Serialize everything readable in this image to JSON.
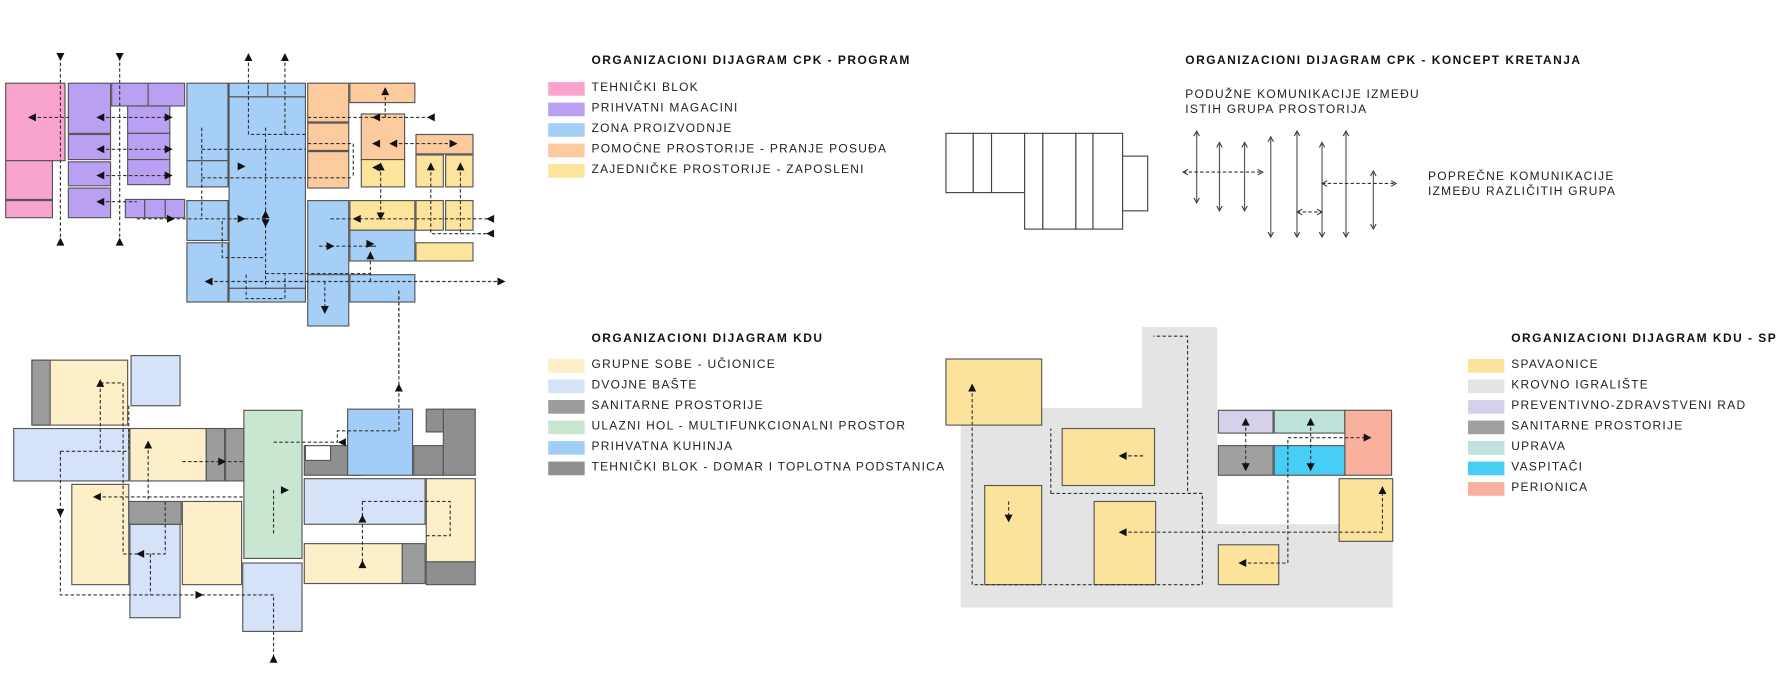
{
  "cpk_program": {
    "title": "ORGANIZACIONI DIJAGRAM CPK - PROGRAM",
    "legend": [
      {
        "label": "TEHNIČKI BLOK",
        "color": "#f9a3cf"
      },
      {
        "label": "PRIHVATNI MAGACINI",
        "color": "#b9a0f3"
      },
      {
        "label": "ZONA PROIZVODNJE",
        "color": "#a6cff8"
      },
      {
        "label": "POMOĆNE PROSTORIJE - PRANJE POSUĐA",
        "color": "#fbcb9e"
      },
      {
        "label": "ZAJEDNIČKE PROSTORIJE - ZAPOSLENI",
        "color": "#fde49c"
      }
    ]
  },
  "cpk_koncept": {
    "title": "ORGANIZACIONI DIJAGRAM CPK - KONCEPT KRETANJA",
    "longitudinal": [
      "PODUŽNE KOMUNIKACIJE IZMEĐU",
      "ISTIH GRUPA PROSTORIJA"
    ],
    "transverse": [
      "POPREČNE KOMUNIKACIJE",
      "IZMEĐU RAZLIČITIH GRUPA"
    ]
  },
  "kdu": {
    "title": "ORGANIZACIONI DIJAGRAM KDU",
    "legend": [
      {
        "label": "GRUPNE SOBE - UČIONICE",
        "color": "#fdf0c9"
      },
      {
        "label": "DVOJNE BAŠTE",
        "color": "#d6e2f8"
      },
      {
        "label": "SANITARNE PROSTORIJE",
        "color": "#9c9c9c"
      },
      {
        "label": "ULAZNI HOL - MULTIFUNKCIONALNI PROSTOR",
        "color": "#c9e6d0"
      },
      {
        "label": "PRIHVATNA KUHINJA",
        "color": "#a2cdf8"
      },
      {
        "label": "TEHNIČKI BLOK - DOMAR I TOPLOTNA PODSTANICA",
        "color": "#8f8f8f"
      }
    ]
  },
  "kdu_sprat": {
    "title": "ORGANIZACIONI DIJAGRAM KDU - SPRAT",
    "legend": [
      {
        "label": "SPAVAONICE",
        "color": "#fce39c"
      },
      {
        "label": "KROVNO IGRALIŠTE",
        "color": "#e4e4e4"
      },
      {
        "label": "PREVENTIVNO-ZDRAVSTVENI RAD",
        "color": "#d6cfe9"
      },
      {
        "label": "SANITARNE PROSTORIJE",
        "color": "#a0a0a0"
      },
      {
        "label": "UPRAVA",
        "color": "#bfe3dc"
      },
      {
        "label": "VASPITAČI",
        "color": "#48cdf6"
      },
      {
        "label": "PERIONICA",
        "color": "#f9b19e"
      }
    ]
  }
}
